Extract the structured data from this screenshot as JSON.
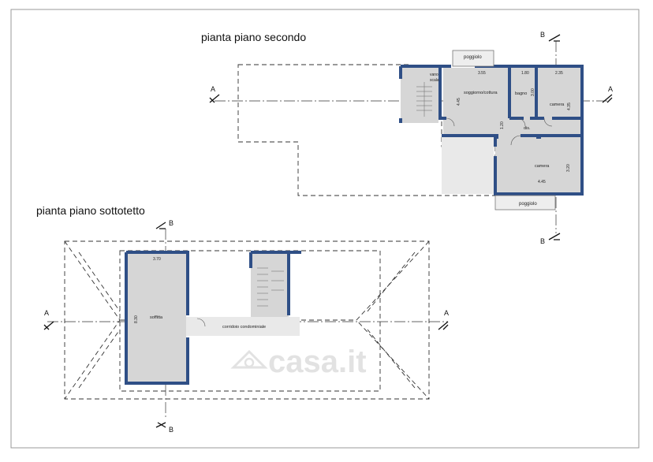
{
  "floor2": {
    "title": "pianta piano secondo",
    "rooms": {
      "poggiolo_top": "poggiolo",
      "vano_scala_1": "vano",
      "vano_scala_2": "scala",
      "soggiorno": "soggiorno/cottura",
      "bagno": "bagno",
      "camera_1": "camera",
      "camera_2": "camera",
      "dis": "dis.",
      "poggiolo_bottom": "poggiolo"
    },
    "dimensions": {
      "d355": "3.55",
      "d180": "1.80",
      "d235": "2.35",
      "d445v": "4.45",
      "d300": "3.00",
      "d435": "4.35",
      "d120": "1.20",
      "d320": "3.20",
      "d445h": "4.45"
    },
    "sections": {
      "a_left": "A",
      "a_right": "A",
      "b_top": "B",
      "b_bottom": "B"
    }
  },
  "attic": {
    "title": "pianta piano sottotetto",
    "rooms": {
      "soffitta": "soffitta",
      "corridoio": "corridoio condominiale"
    },
    "dimensions": {
      "d370": "3.70",
      "d830": "8.30"
    },
    "sections": {
      "a_left": "A",
      "a_right": "A",
      "b_top": "B",
      "b_bottom": "B"
    }
  },
  "watermark": "casa.it"
}
